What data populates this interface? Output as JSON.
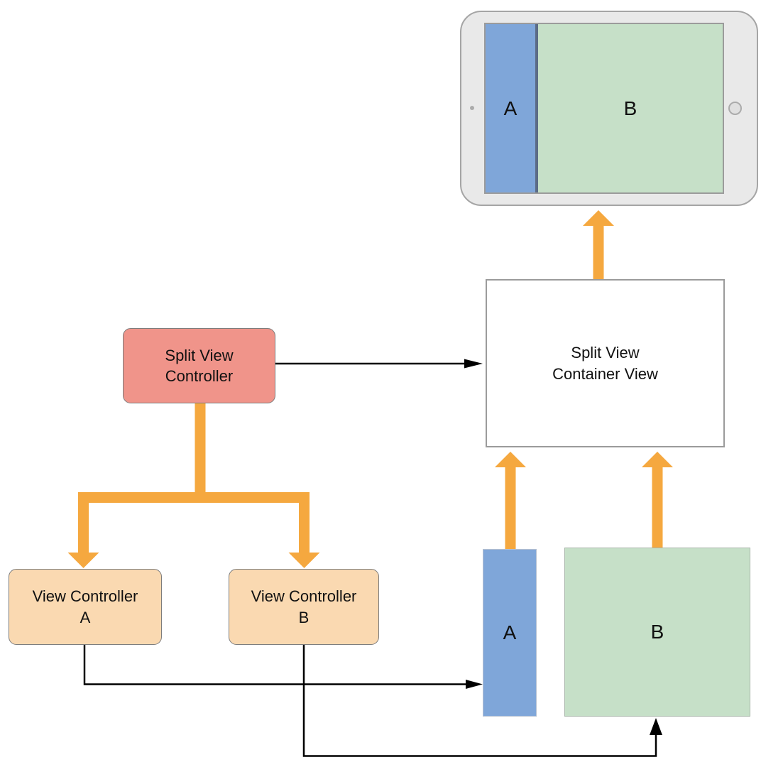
{
  "colors": {
    "orange": "#F5A83F",
    "salmon": "#F0948A",
    "peach": "#FAD9B1",
    "blue": "#7FA6D9",
    "green": "#C6E0C8"
  },
  "controllers": {
    "split": {
      "label": "Split View\nController"
    },
    "a": {
      "label": "View Controller\nA"
    },
    "b": {
      "label": "View Controller\nB"
    }
  },
  "views": {
    "container": {
      "label": "Split View\nContainer View"
    },
    "a": {
      "label": "A"
    },
    "b": {
      "label": "B"
    }
  },
  "device": {
    "primary_label": "A",
    "secondary_label": "B"
  }
}
